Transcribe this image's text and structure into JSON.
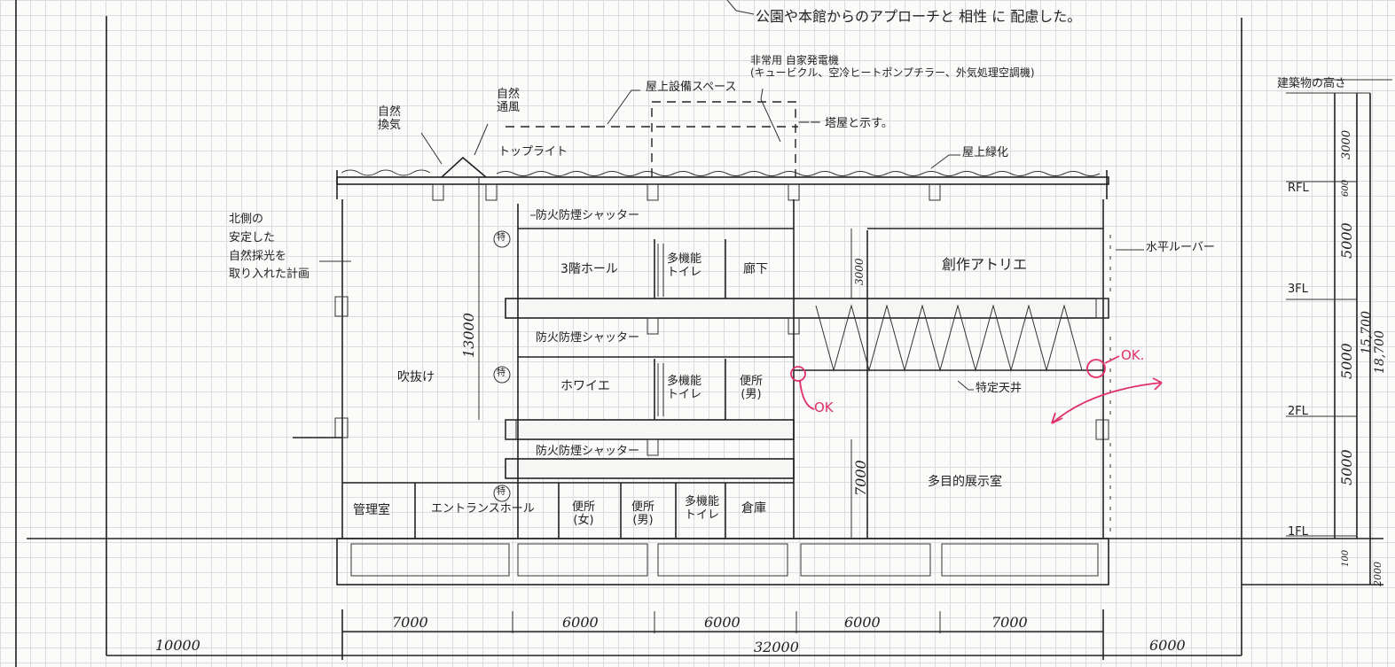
{
  "notes": {
    "top": "公園や本館からのアプローチと 相性 に 配慮した。",
    "generator": "非常用 自家発電機\n(キュービクル、空冷ヒートポンプチラー、外気処理空調機)",
    "roof_equip": "屋上設備スペース",
    "roof_note": "一ー 塔屋と示す。",
    "nat_vent": "自然\n換気",
    "nat_vent2": "自然\n通風",
    "toplight": "トップライト",
    "roof_green": "屋上緑化",
    "north": "北側の\n安定した\n自然採光を\n取り入れた計画",
    "atrium": "吹抜け",
    "louver": "水平ルーバー",
    "special_ceiling": "特定天井",
    "ok1": "OK",
    "ok2": "OK.",
    "shutter3": "防火防煙シャッター",
    "shutter2": "防火防煙シャッター",
    "shutter1": "防火防煙シャッター",
    "toku": "特"
  },
  "rooms": {
    "hall3": "3階ホール",
    "wc3": "多機能\nトイレ",
    "corridor": "廊下",
    "atelier": "創作アトリエ",
    "foyer": "ホワイエ",
    "wc2": "多機能\nトイレ",
    "male2": "便所\n(男)",
    "exhibit": "多目的展示室",
    "mgmt": "管理室",
    "entrance": "エントランスホール",
    "female1": "便所\n(女)",
    "male1": "便所\n(男)",
    "wc1": "多機能\nトイレ",
    "storage": "倉庫"
  },
  "levels": {
    "heading": "建築物の高さ",
    "rfl": "RFL",
    "f3": "3FL",
    "f2": "2FL",
    "f1": "1FL",
    "h_3000": "3000",
    "h_600": "600",
    "h_5000a": "5000",
    "h_5000b": "5000",
    "h_5000c": "5000",
    "h_15700": "15,700",
    "h_18700": "18,700",
    "h_100": "100",
    "h_2000": "2000"
  },
  "inner_dims": {
    "v_13000": "13000",
    "v_3000": "3000",
    "v_7000": "7000"
  },
  "dims": {
    "d1": "7000",
    "d2": "6000",
    "d3": "6000",
    "d4": "6000",
    "d5": "7000",
    "total": "32000",
    "left": "10000",
    "right": "6000"
  },
  "colors": {
    "ink": "#222222",
    "correction": "#e0306a",
    "grid": "#dcdcdc"
  }
}
